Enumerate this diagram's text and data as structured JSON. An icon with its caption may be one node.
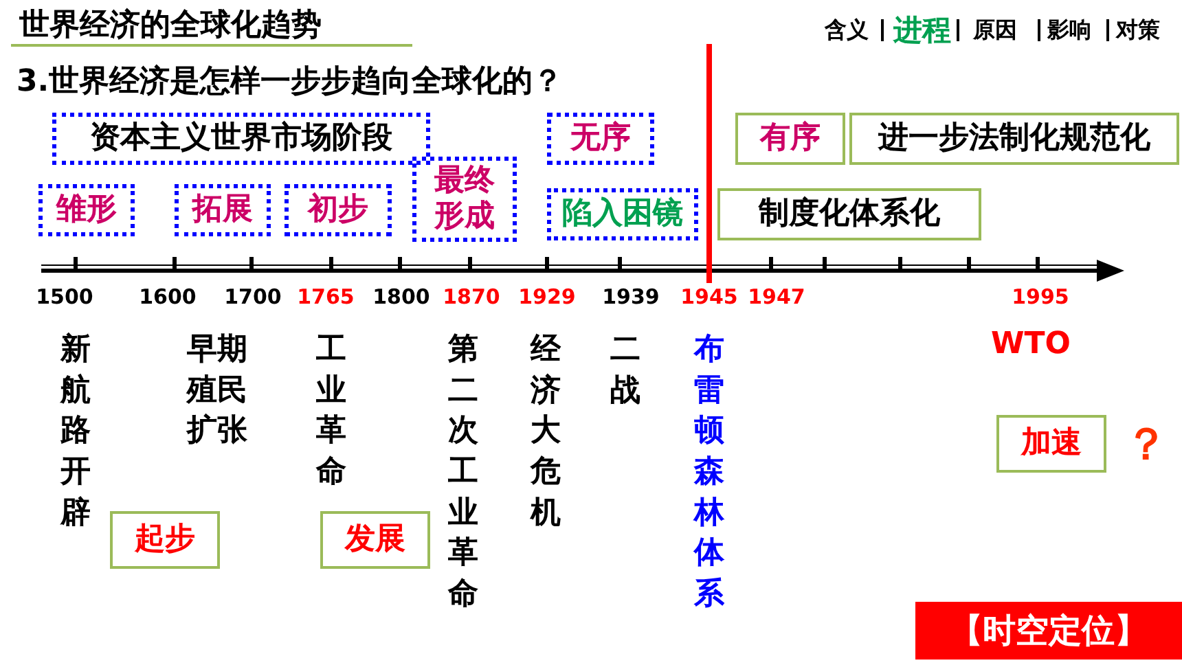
{
  "diagram": {
    "title": "世界经济的全球化趋势",
    "nodes": [
      {
        "text": [
          "资本主义世界市场阶段"
        ]
      },
      {
        "text": [
          "雏形"
        ]
      },
      {
        "text": [
          "拓展"
        ]
      },
      {
        "text": [
          "初步"
        ]
      },
      {
        "text": [
          "最终形成"
        ]
      },
      {
        "text": [
          "无序"
        ]
      },
      {
        "text": [
          "陷入困镜"
        ]
      },
      {
        "text": [
          "有序"
        ]
      },
      {
        "text": [
          "进一步法制化规范化"
        ]
      },
      {
        "text": [
          "制度化体系化"
        ]
      },
      {
        "text": [
          "起步"
        ]
      },
      {
        "text": [
          "发展"
        ]
      },
      {
        "text": [
          "加速"
        ]
      },
      {
        "text": [
          "【时空定位】"
        ]
      }
    ],
    "edges": [],
    "labels": [
      "含义",
      "进程",
      "原因",
      "影响",
      "对策",
      "3.世界经济是怎样一步步趋向全球化的？",
      "1500",
      "1600",
      "1700",
      "1765",
      "1800",
      "1870",
      "1929",
      "1939",
      "1945",
      "1947",
      "1995",
      "新航路开辟",
      "早期殖民扩张",
      "工业革命",
      "第二次工业革命",
      "经济大危机",
      "二战",
      "布雷顿森林体系",
      "WTO",
      "？"
    ]
  }
}
